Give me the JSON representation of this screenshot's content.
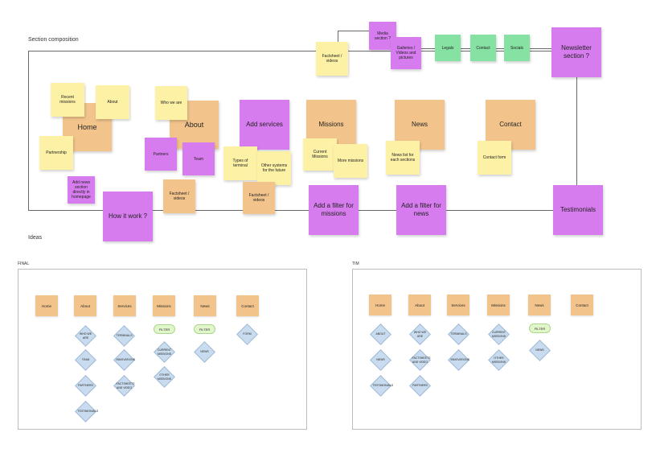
{
  "section_composition": {
    "label": "Section composition",
    "ideas_label": "Ideas",
    "notes": {
      "factsheet_top": "Factsheet / videos",
      "media_section": "Media section ?",
      "galleries": "Galleries / Videos and pictures",
      "legals": "Legals",
      "contact_green": "Contact",
      "socials": "Socials",
      "newsletter": "Newsletter section ?",
      "recent_missions": "Recent missions",
      "about_small": "About",
      "home": "Home",
      "partnership": "Partnership",
      "add_news": "Add news section directly in homepage",
      "who_we_are": "Who we are",
      "about": "About",
      "partners": "Partners",
      "team": "Team",
      "factsheet_mid": "Factsheet / videos",
      "add_services": "Add services",
      "types_terminal": "Types of terminal",
      "other_systems": "Other systems for the future",
      "factsheet_low": "Factsheet / videos",
      "missions": "Missions",
      "current_missions": "Current Missions",
      "more_missions": "More missions",
      "filter_missions": "Add a filter for missions",
      "news": "News",
      "news_list": "News list for each sections",
      "filter_news": "Add a filter for news",
      "contact": "Contact",
      "contact_form": "Contact form",
      "testimonials": "Testimonials",
      "how_it_work": "How it work ?"
    }
  },
  "final_board": {
    "label": "FINAL",
    "columns": [
      {
        "header": "Home",
        "items": []
      },
      {
        "header": "About",
        "items": [
          "WHO WE ARE",
          "TEAM",
          "PARTNERS",
          "TESTIMONIALS"
        ]
      },
      {
        "header": "Services",
        "items": [
          "TERMINALS",
          "INNOVATIONS",
          "FACTSHEETS AND VIDEO"
        ]
      },
      {
        "header": "Missions",
        "filter": "FILTER",
        "items": [
          "CURRENT MISSIONS",
          "OTHER MISSIONS"
        ]
      },
      {
        "header": "News",
        "filter": "FILTER",
        "items": [
          "NEWS"
        ]
      },
      {
        "header": "Contact",
        "items": [
          "FORM"
        ]
      }
    ]
  },
  "tim_board": {
    "label": "TIM",
    "columns": [
      {
        "header": "Home",
        "items": [
          "ABOUT",
          "NEWS",
          "TESTIMONIALS"
        ]
      },
      {
        "header": "About",
        "items": [
          "WHO WE ARE",
          "FACTSHEETS AND VIDEO",
          "PARTNERS"
        ]
      },
      {
        "header": "Services",
        "items": [
          "TERMINALS",
          "INNOVATIONS"
        ]
      },
      {
        "header": "Missions",
        "items": [
          "CURRENT MISSIONS",
          "OTHER MISSIONS"
        ]
      },
      {
        "header": "News",
        "filter": "FILTER",
        "items": [
          "NEWS"
        ]
      },
      {
        "header": "Contact",
        "items": []
      }
    ]
  }
}
